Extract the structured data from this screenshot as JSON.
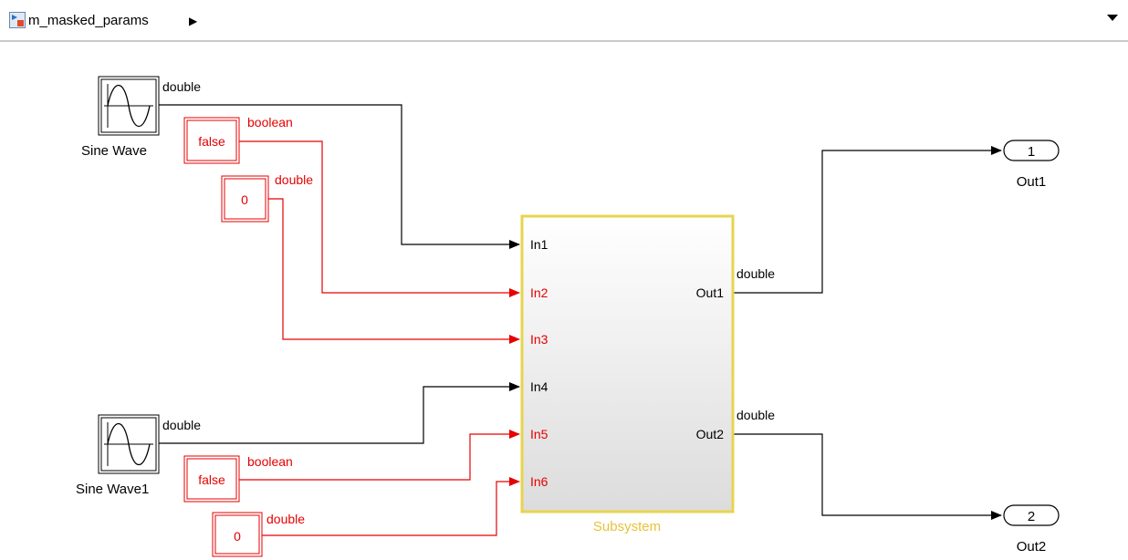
{
  "breadcrumb": {
    "model_name": "m_masked_params",
    "expand_arrow": "▶",
    "menu_icon": "chevron-down-icon"
  },
  "colors": {
    "signal_black": "#000000",
    "signal_red": "#e60000",
    "subsystem_border": "#e8d44d",
    "subsystem_label": "#e8c23a"
  },
  "diagram": {
    "blocks": {
      "sine1": {
        "label": "Sine Wave"
      },
      "sine2": {
        "label": "Sine Wave1"
      },
      "const_false1": {
        "value": "false"
      },
      "const_false2": {
        "value": "false"
      },
      "const_zero1": {
        "value": "0"
      },
      "const_zero2": {
        "value": "0"
      },
      "subsystem": {
        "label": "Subsystem",
        "inports": [
          "In1",
          "In2",
          "In3",
          "In4",
          "In5",
          "In6"
        ],
        "outports": [
          "Out1",
          "Out2"
        ]
      },
      "out1": {
        "number": "1",
        "label": "Out1"
      },
      "out2": {
        "number": "2",
        "label": "Out2"
      }
    },
    "signal_labels": {
      "sine1": "double",
      "false1": "boolean",
      "zero1": "double",
      "sine2": "double",
      "false2": "boolean",
      "zero2": "double",
      "out1": "double",
      "out2": "double"
    }
  }
}
